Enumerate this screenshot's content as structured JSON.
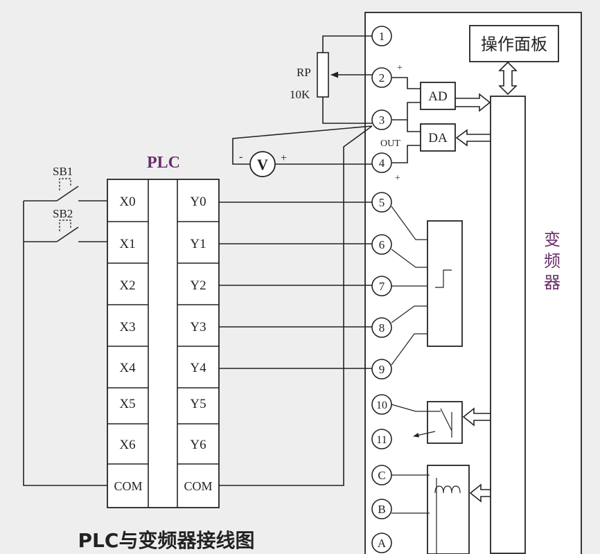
{
  "plc": {
    "title": "PLC",
    "inputs": [
      "X0",
      "X1",
      "X2",
      "X3",
      "X4",
      "X5",
      "X6",
      "COM"
    ],
    "outputs": [
      "Y0",
      "Y1",
      "Y2",
      "Y3",
      "Y4",
      "Y5",
      "Y6",
      "COM"
    ]
  },
  "switches": {
    "sb1": "SB1",
    "sb2": "SB2"
  },
  "potentiometer": {
    "name": "RP",
    "value": "10K"
  },
  "meter": {
    "symbol": "V",
    "plus": "+",
    "minus": "-"
  },
  "terminals": [
    "1",
    "2",
    "3",
    "4",
    "5",
    "6",
    "7",
    "8",
    "9",
    "10",
    "11",
    "C",
    "B",
    "A"
  ],
  "modules": {
    "ad": "AD",
    "da": "DA",
    "out": "OUT",
    "plus2": "+",
    "plus4": "+"
  },
  "panel": {
    "label": "操作面板"
  },
  "inverter": {
    "label": "变频器"
  },
  "caption": "PLC与变频器接线图"
}
